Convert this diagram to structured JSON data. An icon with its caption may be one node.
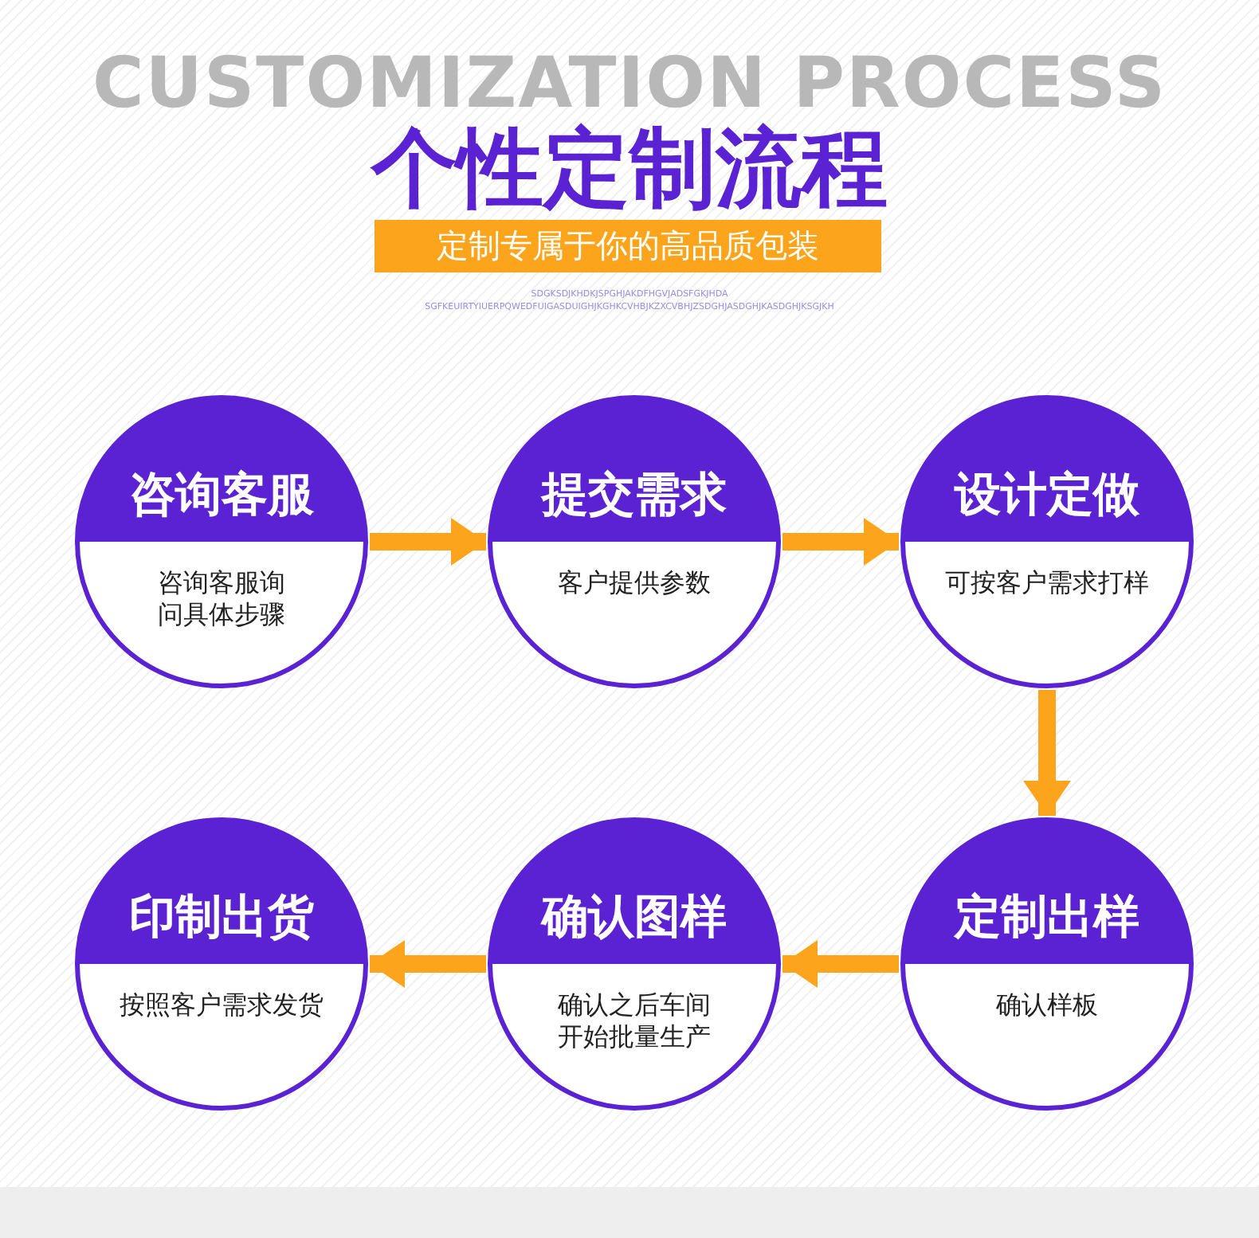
{
  "diagram": {
    "title": "个性定制流程",
    "nodes": [
      {
        "text": [
          "咨询客服",
          "咨询客服询问具体步骤"
        ]
      },
      {
        "text": [
          "提交需求",
          "客户提供参数"
        ]
      },
      {
        "text": [
          "设计定做",
          "可按客户需求打样"
        ]
      },
      {
        "text": [
          "印制出货",
          "按照客户需求发货"
        ]
      },
      {
        "text": [
          "确认图样",
          "确认之后车间开始批量生产"
        ]
      },
      {
        "text": [
          "定制出样",
          "确认样板"
        ]
      }
    ],
    "edges": [
      {
        "from": 0,
        "to": 1,
        "arrow": "to"
      },
      {
        "from": 1,
        "to": 2,
        "arrow": "to"
      },
      {
        "from": 2,
        "to": 5,
        "arrow": "to"
      },
      {
        "from": 5,
        "to": 4,
        "arrow": "to"
      },
      {
        "from": 4,
        "to": 3,
        "arrow": "to"
      }
    ],
    "labels": [
      "CUSTOMIZATION PROCESS",
      "定制专属于你的高品质包装",
      "SDGKSDJKHDKJSPGHJAKDFHGVJADSFGKJHDA",
      "SGFKEUIRTYIUERPQWEDFUIGASDUIGHJKGHKCVHBJKZXCVBHJZSDGHJASDGHJKASDGHJKSGJKH"
    ]
  }
}
